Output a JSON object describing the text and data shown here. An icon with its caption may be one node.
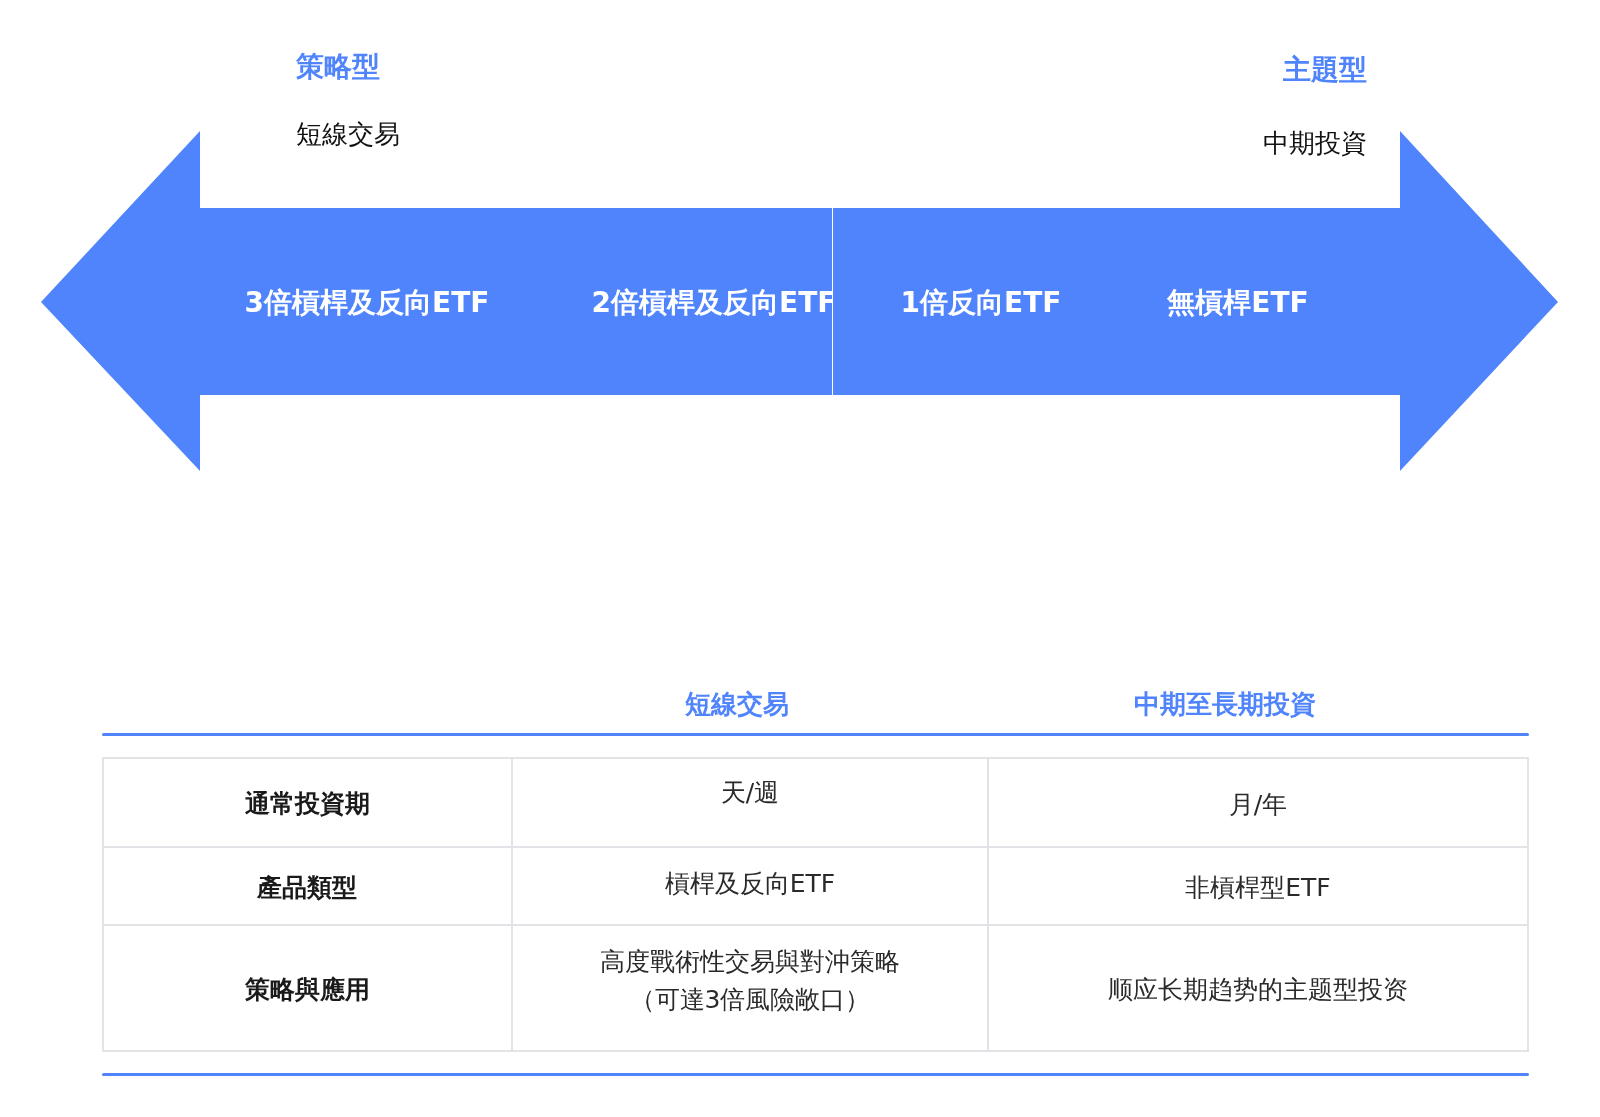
{
  "diagram": {
    "nodes": [
      {
        "text": [
          "3倍槓桿及反向ETF",
          "2倍槓桿及反向ETF"
        ]
      },
      {
        "text": [
          "1倍反向ETF",
          "無槓桿ETF"
        ]
      }
    ],
    "labels": [
      "策略型",
      "主題型",
      "短線交易",
      "中期投資",
      "短線交易",
      "中期至長期投資",
      "通常投資期",
      "天/週",
      "月/年",
      "產品類型",
      "槓桿及反向ETF",
      "非槓桿型ETF",
      "策略與應用",
      "高度戰術性交易與對沖策略（可達3倍風險敞口）",
      "顺应长期趋势的主题型投资"
    ]
  }
}
